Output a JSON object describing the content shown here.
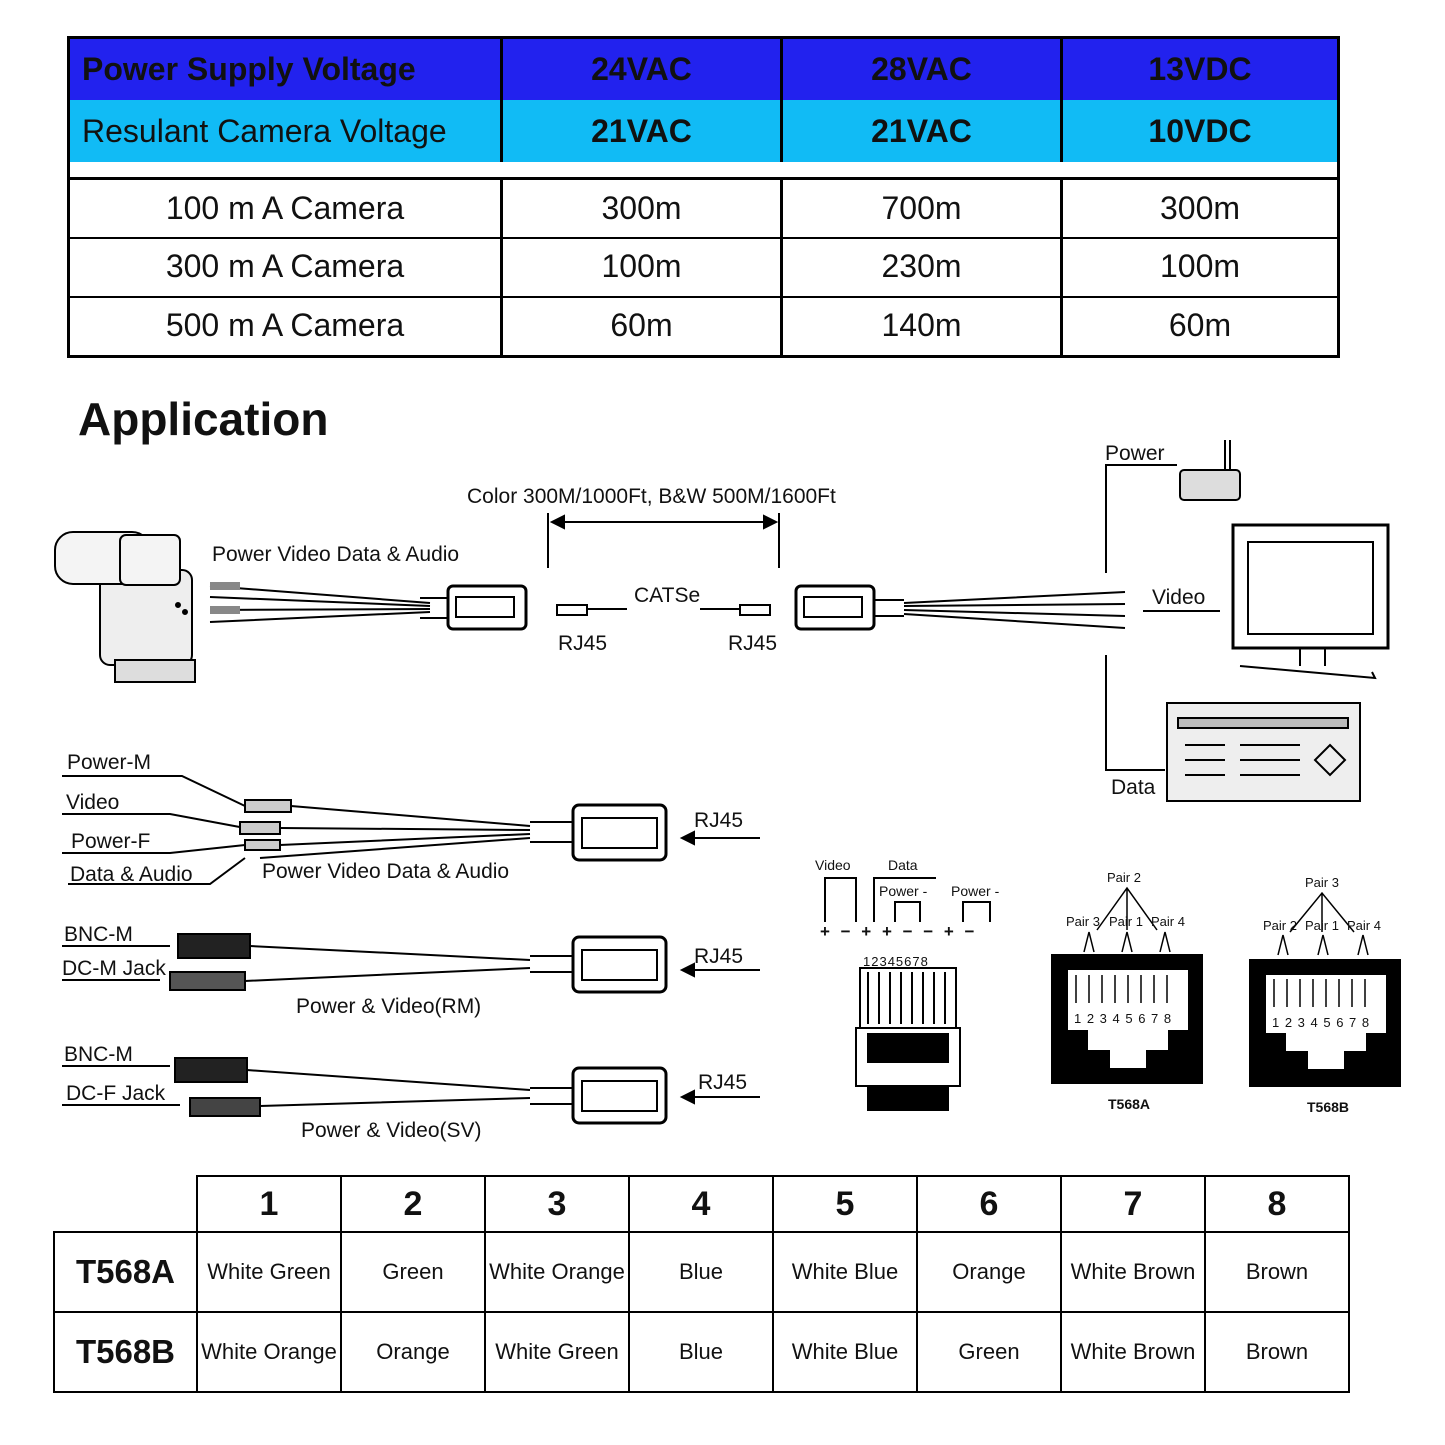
{
  "voltage_table": {
    "header": [
      "Power Supply Voltage",
      "24VAC",
      "28VAC",
      "13VDC"
    ],
    "subheader": [
      "Resulant Camera Voltage",
      "21VAC",
      "21VAC",
      "10VDC"
    ],
    "rows": [
      [
        "100 m A Camera",
        "300m",
        "700m",
        "300m"
      ],
      [
        "300 m A Camera",
        "100m",
        "230m",
        "100m"
      ],
      [
        "500 m A Camera",
        "60m",
        "140m",
        "60m"
      ]
    ],
    "colors": {
      "header_bg": "#2222ee",
      "subheader_bg": "#11bbf5"
    }
  },
  "application": {
    "title": "Application",
    "distance": "Color 300M/1000Ft, B&W 500M/1600Ft",
    "camera_cable": "Power Video Data & Audio",
    "cable": "CATSe",
    "rj45_left": "RJ45",
    "rj45_right": "RJ45",
    "power": "Power",
    "video": "Video",
    "data": "Data"
  },
  "balun1": {
    "labels": [
      "Power-M",
      "Video",
      "Power-F",
      "Data & Audio"
    ],
    "caption": "Power Video Data & Audio",
    "rj45": "RJ45"
  },
  "balun2": {
    "labels": [
      "BNC-M",
      "DC-M Jack"
    ],
    "caption": "Power & Video(RM)",
    "rj45": "RJ45"
  },
  "balun3": {
    "labels": [
      "BNC-M",
      "DC-F Jack"
    ],
    "caption": "Power & Video(SV)",
    "rj45": "RJ45"
  },
  "pinout": {
    "video": "Video",
    "data": "Data",
    "power1": "Power -",
    "power2": "Power -",
    "signs": "+ − + + − − + −",
    "pins": "12345678"
  },
  "t568a_diagram": {
    "pair2": "Pair 2",
    "pair3": "Pair 3",
    "pair1": "Pair 1",
    "pair4": "Pair 4",
    "pins": "1 2 3 4 5 6 7 8",
    "name": "T568A"
  },
  "t568b_diagram": {
    "pair3": "Pair 3",
    "pair2": "Pair 2",
    "pair1": "Pair 1",
    "pair4": "Pair 4",
    "pins": "1 2 3 4 5 6 7 8",
    "name": "T568B"
  },
  "pin_table": {
    "columns": [
      "1",
      "2",
      "3",
      "4",
      "5",
      "6",
      "7",
      "8"
    ],
    "rows": [
      {
        "name": "T568A",
        "cells": [
          "White Green",
          "Green",
          "White Orange",
          "Blue",
          "White Blue",
          "Orange",
          "White Brown",
          "Brown"
        ]
      },
      {
        "name": "T568B",
        "cells": [
          "White Orange",
          "Orange",
          "White Green",
          "Blue",
          "White Blue",
          "Green",
          "White Brown",
          "Brown"
        ]
      }
    ]
  }
}
